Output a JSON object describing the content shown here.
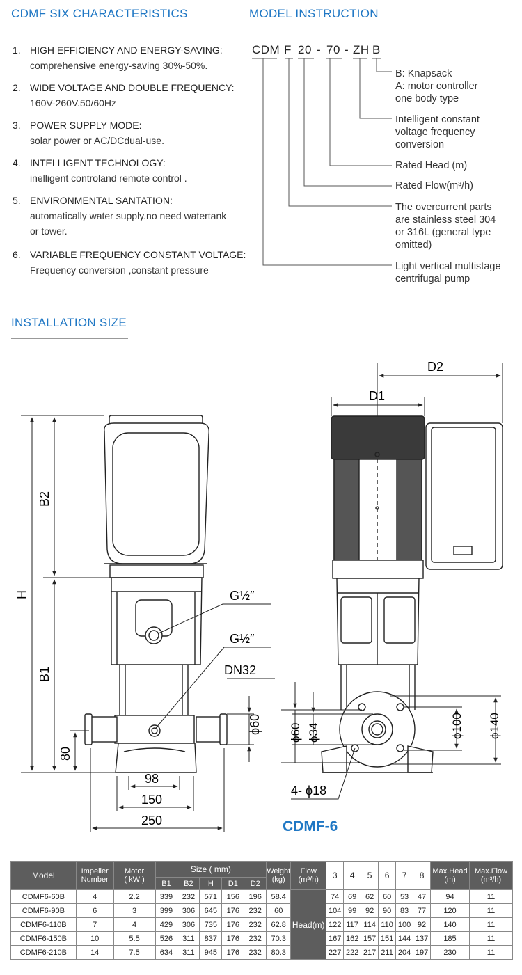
{
  "sections": {
    "characteristics_title": "CDMF SIX CHARACTERISTICS",
    "model_title": "MODEL INSTRUCTION",
    "installation_title": "INSTALLATION SIZE"
  },
  "characteristics": [
    {
      "num": "1.",
      "head": "HIGH EFFICIENCY AND ENERGY-SAVING:",
      "desc": "comprehensive energy-saving 30%-50%."
    },
    {
      "num": "2.",
      "head": "WIDE VOLTAGE AND DOUBLE FREQUENCY:",
      "desc": "160V-260V.50/60Hz"
    },
    {
      "num": "3.",
      "head": "POWER SUPPLY MODE:",
      "desc": "solar power or AC/DCdual-use."
    },
    {
      "num": "4.",
      "head": "INTELLIGENT TECHNOLOGY:",
      "desc": "inelligent controland remote control ."
    },
    {
      "num": "5.",
      "head": "ENVIRONMENTAL SANTATION:",
      "desc": "automatically water supply.no need watertank",
      "desc2": "or tower."
    },
    {
      "num": "6.",
      "head": "VARIABLE FREQUENCY CONSTANT VOLTAGE:",
      "desc": "Frequency conversion ,constant pressure"
    }
  ],
  "model_code": {
    "p1": "CDM",
    "p2": "F",
    "p3": "20",
    "sep1": "-",
    "p4": "70",
    "sep2": "-",
    "p5": "ZH",
    "p6": "B"
  },
  "model_labels": {
    "b_1": "B: Knapsack",
    "b_2": "A: motor controller",
    "b_3": "one body type",
    "zh_1": "Intelligent constant",
    "zh_2": "voltage frequency",
    "zh_3": "conversion",
    "head": "Rated Head (m)",
    "flow": "Rated Flow(m³/h)",
    "f_1": "The overcurrent parts",
    "f_2": "are stainless steel 304",
    "f_3": "or 316L (general type",
    "f_4": "omitted)",
    "cdm_1": "Light vertical multistage",
    "cdm_2": "centrifugal pump"
  },
  "drawing": {
    "dim_h": "H",
    "dim_b1": "B1",
    "dim_b2": "B2",
    "dim_80": "80",
    "dim_98": "98",
    "dim_150": "150",
    "dim_250": "250",
    "dim_g1": "G½″",
    "dim_g2": "G½″",
    "dim_dn32": "DN32",
    "dim_phi60_left": "ϕ60",
    "dim_phi60_right": "ϕ60",
    "dim_phi34": "ϕ34",
    "dim_phi100": "ϕ100",
    "dim_phi140": "ϕ140",
    "dim_4phi18": "4- ϕ18",
    "dim_d1": "D1",
    "dim_d2": "D2",
    "caption": "CDMF-6"
  },
  "table": {
    "h_model": "Model",
    "h_impeller_1": "Impeller",
    "h_impeller_2": "Number",
    "h_motor_1": "Motor",
    "h_motor_2": "( kW )",
    "h_size": "Size ( mm)",
    "h_b1": "B1",
    "h_b2": "B2",
    "h_h": "H",
    "h_d1": "D1",
    "h_d2": "D2",
    "h_weight_1": "Weight",
    "h_weight_2": "(kg)",
    "h_flow_1": "Flow",
    "h_flow_2": "(m³/h)",
    "h_q": [
      "3",
      "4",
      "5",
      "6",
      "7",
      "8"
    ],
    "h_maxhead_1": "Max.Head",
    "h_maxhead_2": "(m)",
    "h_maxflow_1": "Max.Flow",
    "h_maxflow_2": "(m³/h)",
    "head_label": "Head(m)",
    "rows": [
      {
        "model": "CDMF6-60B",
        "imp": "4",
        "motor": "2.2",
        "b1": "339",
        "b2": "232",
        "h": "571",
        "d1": "156",
        "d2": "196",
        "weight": "58.4",
        "heads": [
          "74",
          "69",
          "62",
          "60",
          "53",
          "47"
        ],
        "maxhead": "94",
        "maxflow": "11"
      },
      {
        "model": "CDMF6-90B",
        "imp": "6",
        "motor": "3",
        "b1": "399",
        "b2": "306",
        "h": "645",
        "d1": "176",
        "d2": "232",
        "weight": "60",
        "heads": [
          "104",
          "99",
          "92",
          "90",
          "83",
          "77"
        ],
        "maxhead": "120",
        "maxflow": "11"
      },
      {
        "model": "CDMF6-110B",
        "imp": "7",
        "motor": "4",
        "b1": "429",
        "b2": "306",
        "h": "735",
        "d1": "176",
        "d2": "232",
        "weight": "62.8",
        "heads": [
          "122",
          "117",
          "114",
          "110",
          "100",
          "92"
        ],
        "maxhead": "140",
        "maxflow": "11"
      },
      {
        "model": "CDMF6-150B",
        "imp": "10",
        "motor": "5.5",
        "b1": "526",
        "b2": "311",
        "h": "837",
        "d1": "176",
        "d2": "232",
        "weight": "70.3",
        "heads": [
          "167",
          "162",
          "157",
          "151",
          "144",
          "137"
        ],
        "maxhead": "185",
        "maxflow": "11"
      },
      {
        "model": "CDMF6-210B",
        "imp": "14",
        "motor": "7.5",
        "b1": "634",
        "b2": "311",
        "h": "945",
        "d1": "176",
        "d2": "232",
        "weight": "80.3",
        "heads": [
          "227",
          "222",
          "217",
          "211",
          "204",
          "197"
        ],
        "maxhead": "230",
        "maxflow": "11"
      }
    ]
  }
}
